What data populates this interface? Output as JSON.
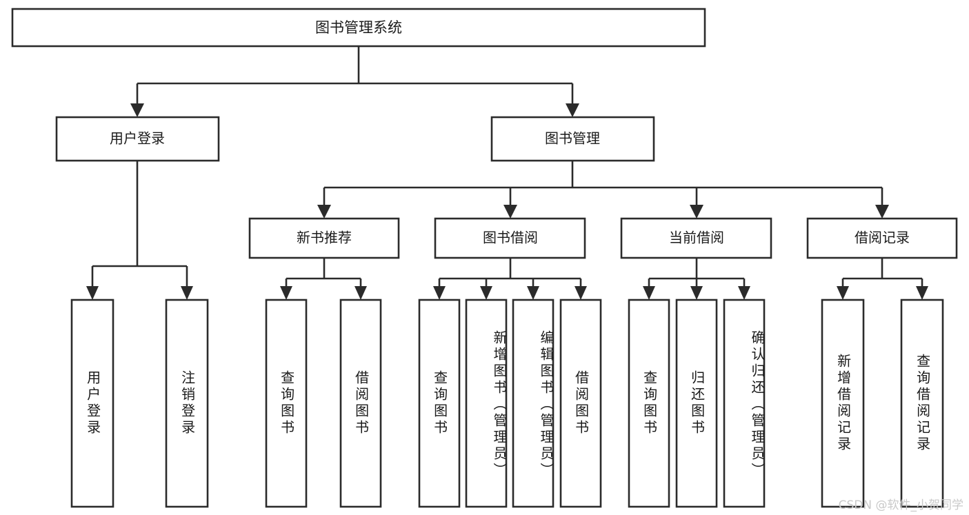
{
  "diagram": {
    "type": "tree",
    "title": "图书管理系统",
    "orientation": "top-down",
    "stroke_color": "#2b2b2b",
    "fill_color": "#ffffff",
    "text_color": "#1a1a1a",
    "root": {
      "label": "图书管理系统"
    },
    "level1": [
      {
        "label": "用户登录"
      },
      {
        "label": "图书管理"
      }
    ],
    "level2": [
      {
        "label": "新书推荐"
      },
      {
        "label": "图书借阅"
      },
      {
        "label": "当前借阅"
      },
      {
        "label": "借阅记录"
      }
    ],
    "leaves": {
      "user_login": [
        {
          "label": "用户登录"
        },
        {
          "label": "注销登录"
        }
      ],
      "new_book_recommend": [
        {
          "label": "查询图书"
        },
        {
          "label": "借阅图书"
        }
      ],
      "book_borrow": [
        {
          "label": "查询图书"
        },
        {
          "label": "新增图书（管理员）"
        },
        {
          "label": "编辑图书（管理员）"
        },
        {
          "label": "借阅图书"
        }
      ],
      "current_borrow": [
        {
          "label": "查询图书"
        },
        {
          "label": "归还图书"
        },
        {
          "label": "确认归还（管理员）"
        }
      ],
      "borrow_record": [
        {
          "label": "新增借阅记录"
        },
        {
          "label": "查询借阅记录"
        }
      ]
    }
  },
  "watermark": {
    "text": "CSDN @软件_小贺同学"
  }
}
